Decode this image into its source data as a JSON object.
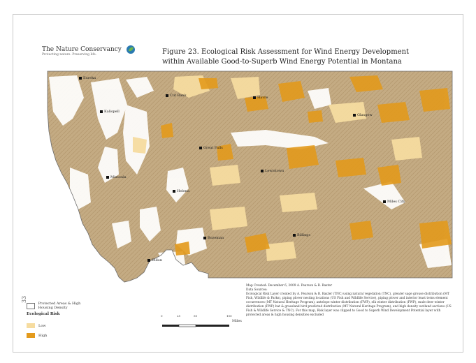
{
  "document": {
    "page_number": "33",
    "org_name": "The Nature Conservancy",
    "org_tagline": "Protecting nature. Preserving life.",
    "title_line1": "Figure 23. Ecological Risk Assessment for Wind Energy Development",
    "title_line2": "within Available Good-to-Superb Wind Energy Potential in Montana"
  },
  "map": {
    "colors": {
      "land": "#c4ab83",
      "land_texture": "#b59a70",
      "protected": "#ffffff",
      "low": "#f6dca0",
      "high": "#e39a1c",
      "border": "#6b6b6b"
    },
    "cities": [
      {
        "name": "Eureka"
      },
      {
        "name": "Kalispell"
      },
      {
        "name": "Cut Bank"
      },
      {
        "name": "Havre"
      },
      {
        "name": "Glasgow"
      },
      {
        "name": "Great Falls"
      },
      {
        "name": "Lewistown"
      },
      {
        "name": "Missoula"
      },
      {
        "name": "Helena"
      },
      {
        "name": "Miles City"
      },
      {
        "name": "Billings"
      },
      {
        "name": "Bozeman"
      },
      {
        "name": "Dillon"
      }
    ]
  },
  "legend": {
    "protected_label": "Protected Areas & High Housing Density",
    "heading": "Ecological Risk",
    "low_label": "Low",
    "high_label": "High"
  },
  "scale": {
    "ticks": [
      "0",
      "25",
      "50",
      "",
      "100"
    ],
    "unit": "Miles"
  },
  "notes": {
    "created": "Map Created: December 6, 2009 A. Pearson & B. Baxter",
    "sources_heading": "Data Sources:",
    "body": "Ecological Risk Layer created by A. Pearson & B. Baxter (TNC) using natural vegetation (TNC), greater sage grouse distribution (MT Fish, Wildlife & Parks), piping plover nesting locations (US Fish and Wildlife Service), piping plover and interior least terns element occurrences (MT Natural Heritage Program), antelope winter distribution (FWP), elk winter distribution (FWP), mule deer winter distribution (FWP) bat & grassland bird predicted distribution (MT Natural Heritage Program), and high density wetland sections (US Fish & Wildlife Service & TNC). For this map, Risk layer was clipped to Good to Superb Wind Development Potential layer with protected areas & high housing densities excluded"
  }
}
